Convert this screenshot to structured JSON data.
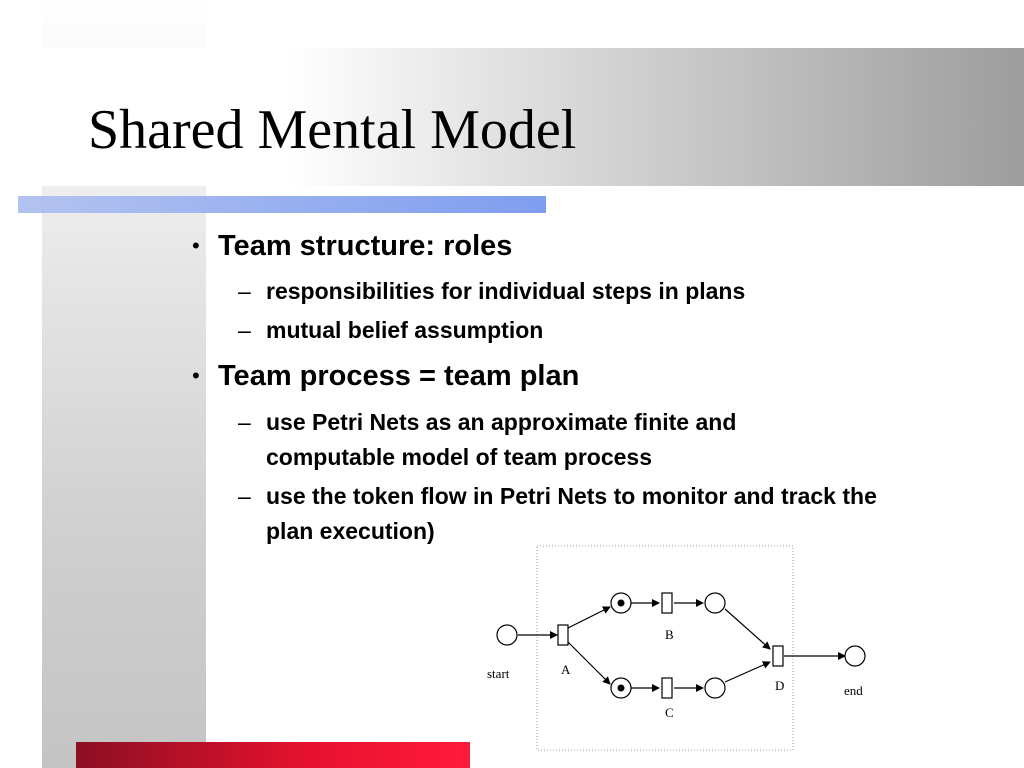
{
  "slide": {
    "title": "Shared Mental Model",
    "bullets": [
      {
        "mark": "•",
        "text": "Team structure: roles",
        "sub": [
          {
            "mark": "–",
            "text": "responsibilities for individual steps in plans"
          },
          {
            "mark": "–",
            "text": "mutual belief assumption"
          }
        ]
      },
      {
        "mark": "•",
        "text": "Team process = team plan",
        "sub": [
          {
            "mark": "–",
            "text": "use Petri Nets as an approximate finite and computable model of team process"
          },
          {
            "mark": "–",
            "text": "use the token flow in Petri Nets to monitor and track the plan execution)"
          }
        ]
      }
    ]
  },
  "petri_net": {
    "labels": {
      "start": "start",
      "end": "end",
      "A": "A",
      "B": "B",
      "C": "C",
      "D": "D"
    },
    "tokens": {
      "place_b_in": 1,
      "place_c_in": 1
    }
  },
  "colors": {
    "accent_blue": "#7f9df0",
    "accent_red": "#e8112f"
  }
}
